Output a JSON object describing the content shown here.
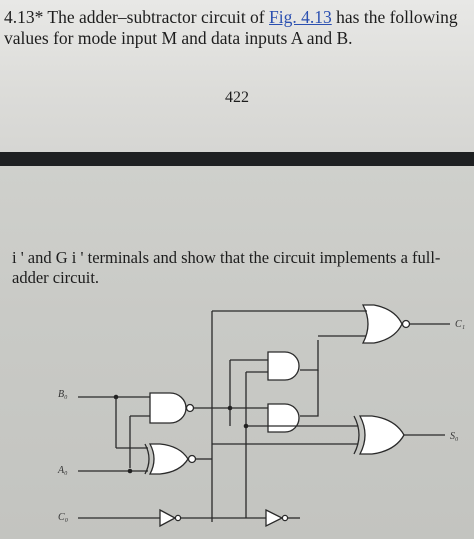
{
  "problem": {
    "number": "4.13*",
    "text_before_link": " The adder–subtractor circuit of ",
    "link_text": "Fig. 4.13",
    "text_after_link": " has the following values for mode input M and data inputs A and B."
  },
  "page_number": "422",
  "continuation": {
    "text": "i ' and G i ' terminals and show that the circuit implements a full-adder circuit."
  },
  "circuit": {
    "labels": {
      "b0": "B₀",
      "a0": "A₀",
      "c0": "C₀",
      "c1": "C₁",
      "s0": "S₀"
    }
  }
}
